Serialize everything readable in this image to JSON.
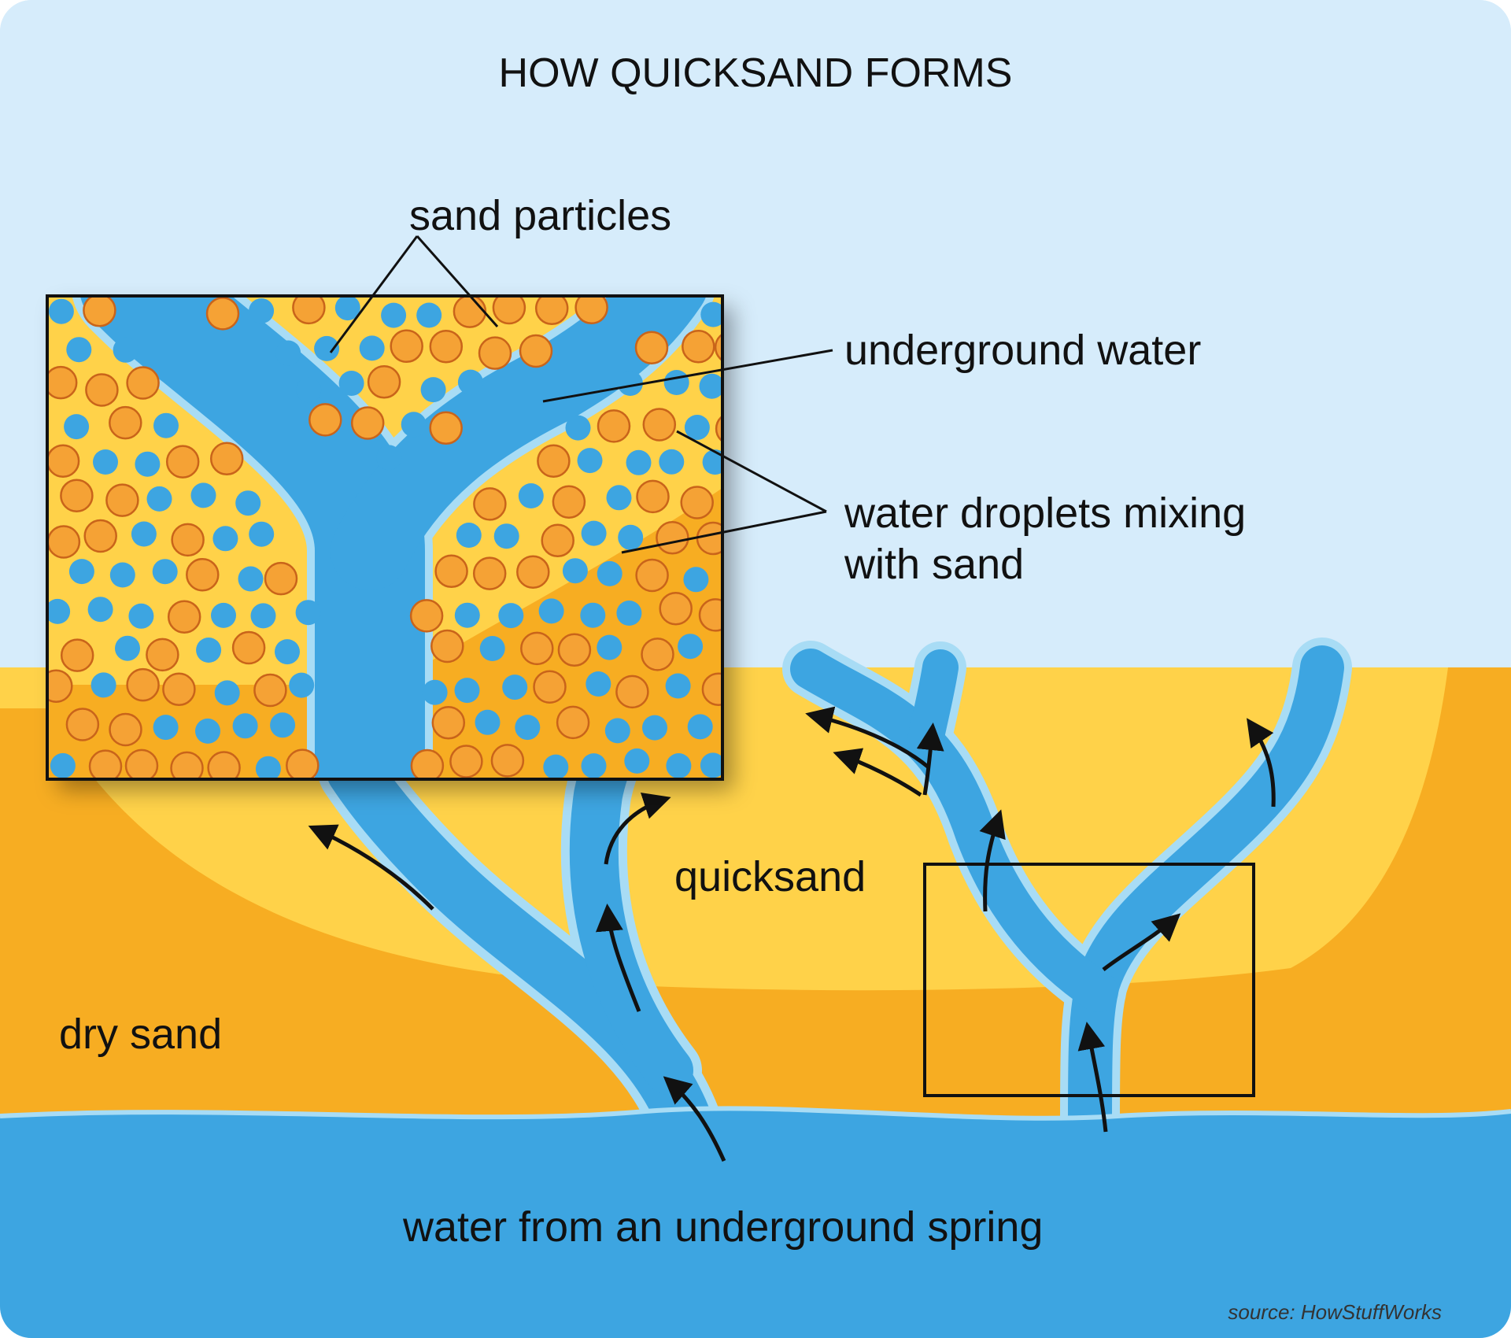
{
  "title": "HOW QUICKSAND FORMS",
  "labels": {
    "sand_particles": "sand particles",
    "underground_water": "underground water",
    "water_droplets_line1": "water droplets mixing",
    "water_droplets_line2": "with sand",
    "quicksand": "quicksand",
    "dry_sand": "dry sand",
    "spring_water": "water from an underground spring"
  },
  "source": "source: HowStuffWorks",
  "colors": {
    "sky": "#d6ecfb",
    "dry_sand": "#f7ad22",
    "quicksand": "#ffd249",
    "water": "#3da5e1",
    "water_edge": "#a8dcf5",
    "sand_particle": "#f5a235",
    "particle_outline": "#c9641a"
  }
}
